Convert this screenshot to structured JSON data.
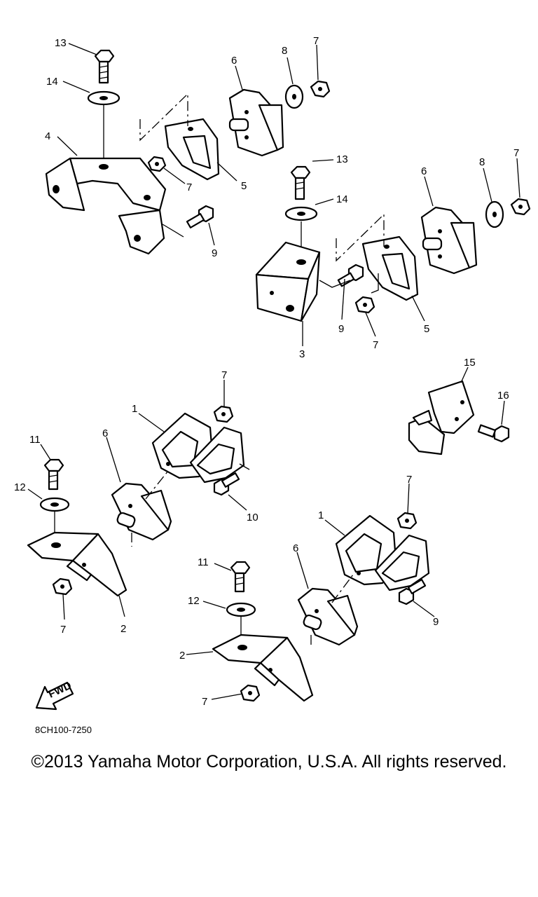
{
  "diagram": {
    "callouts": [
      "1",
      "2",
      "3",
      "4",
      "5",
      "6",
      "7",
      "8",
      "9",
      "10",
      "11",
      "12",
      "13",
      "14",
      "15",
      "16"
    ],
    "fwd_label": "FWD",
    "part_code": "8CH100-7250"
  },
  "footer": {
    "copyright": "©2013 Yamaha Motor Corporation, U.S.A. All rights reserved."
  }
}
